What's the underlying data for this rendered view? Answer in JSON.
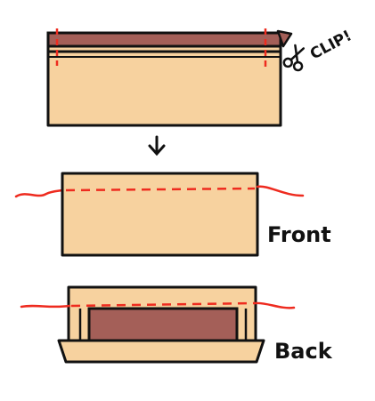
{
  "labels": {
    "clip": "CLIP!",
    "front": "Front",
    "back": "Back"
  },
  "colors": {
    "tan": "#f7d29f",
    "brown": "#a45f58",
    "outline": "#111111",
    "red": "#ee2b1f",
    "background": "#ffffff"
  },
  "icons": {
    "scissors": "scissors-icon",
    "arrow": "arrow-down-icon"
  }
}
